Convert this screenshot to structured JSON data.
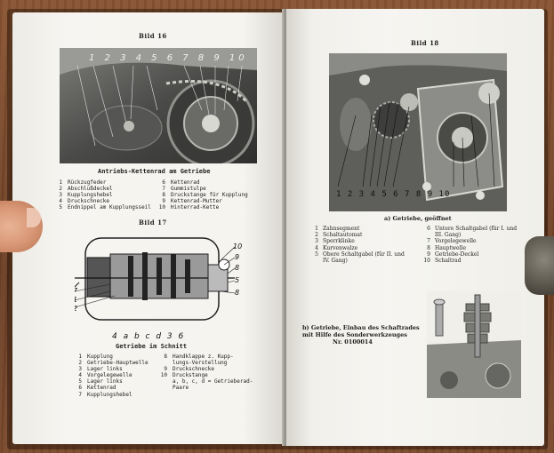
{
  "left_page": {
    "fig16_label": "Bild 16",
    "fig16_callouts": "1  2  3  4  5     6  7  8  9  10",
    "fig16_caption": "Antriebs-Kettenrad am Getriebe",
    "fig16_legend_left": [
      {
        "n": "1",
        "t": "Rückzugfeder"
      },
      {
        "n": "2",
        "t": "Abschlußdeckel"
      },
      {
        "n": "3",
        "t": "Kupplungshebel"
      },
      {
        "n": "4",
        "t": "Druckschnecke"
      },
      {
        "n": "5",
        "t": "Endnippel am Kupplungsseil"
      }
    ],
    "fig16_legend_right": [
      {
        "n": "6",
        "t": "Kettenrad"
      },
      {
        "n": "7",
        "t": "Gummistulpe"
      },
      {
        "n": "8",
        "t": "Druckstange für Kupplung"
      },
      {
        "n": "9",
        "t": "Kettenrad-Mutter"
      },
      {
        "n": "10",
        "t": "Hinterrad-Kette"
      }
    ],
    "fig17_label": "Bild 17",
    "fig17_callouts_bottom": "4  a  b  c  d  3  6",
    "fig17_caption": "Getriebe im Schnitt",
    "fig17_legend_left": [
      {
        "n": "1",
        "t": "Kupplung"
      },
      {
        "n": "2",
        "t": "Getriebe-Hauptwelle"
      },
      {
        "n": "3",
        "t": "Lager links"
      },
      {
        "n": "4",
        "t": "Vorgelegewelle"
      },
      {
        "n": "5",
        "t": "Lager links"
      },
      {
        "n": "6",
        "t": "Kettenrad"
      },
      {
        "n": "7",
        "t": "Kupplungshebel"
      }
    ],
    "fig17_legend_right": [
      {
        "n": "8",
        "t": "Handklappe z. Kupp-"
      },
      {
        "n": "",
        "t": "lungs-Verstellung"
      },
      {
        "n": "9",
        "t": "Druckschnecke"
      },
      {
        "n": "10",
        "t": "Druckstange"
      },
      {
        "n": "",
        "t": "a, b, c, d = Getrieberad-"
      },
      {
        "n": "",
        "t": "Paare"
      }
    ]
  },
  "right_page": {
    "fig18_label": "Bild 18",
    "fig18_callouts": "1      2 3 4 5 6        7  8   9  10",
    "fig18_caption": "a) Getriebe, geöffnet",
    "fig18_legend_left": [
      {
        "n": "1",
        "t": "Zahnsegment"
      },
      {
        "n": "2",
        "t": "Schaltautomat"
      },
      {
        "n": "3",
        "t": "Sperrklinke"
      },
      {
        "n": "4",
        "t": "Kurvenwalze"
      },
      {
        "n": "5",
        "t": "Obere Schaltgabel (für II. und"
      },
      {
        "n": "",
        "t": "IV. Gang)"
      }
    ],
    "fig18_legend_right": [
      {
        "n": "6",
        "t": "Untere Schaltgabel (für I. und"
      },
      {
        "n": "",
        "t": "III. Gang)"
      },
      {
        "n": "7",
        "t": "Vorgelegewelle"
      },
      {
        "n": "8",
        "t": "Hauptwelle"
      },
      {
        "n": "9",
        "t": "Getriebe-Deckel"
      },
      {
        "n": "10",
        "t": "Schaltrad"
      }
    ],
    "fig18b_line1": "b) Getriebe, Einbau des Schaftrades",
    "fig18b_line2": "mit Hilfe des Sonderwerkzeuges",
    "fig18b_line3": "Nr. 0100014"
  }
}
